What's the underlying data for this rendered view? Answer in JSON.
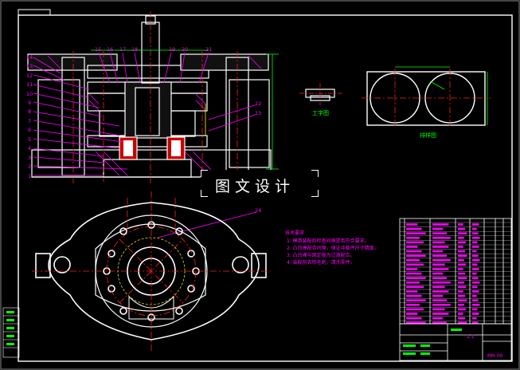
{
  "callouts_left": [
    "14",
    "13",
    "12",
    "11",
    "10",
    "9",
    "8",
    "7",
    "6",
    "5",
    "4",
    "3",
    "2",
    "1"
  ],
  "callouts_top": [
    "15",
    "16",
    "17",
    "18",
    "19",
    "20",
    "21"
  ],
  "callouts_right": [
    "22",
    "23"
  ],
  "callout_bottom": "24",
  "view_labels": {
    "side_view": "工字图",
    "blank_view": "排样图"
  },
  "tech_requirements": {
    "title": "技术要求",
    "items": [
      "1. 模具装配后检查间隙是否符合要求。",
      "2. 凸凹模配合间隙，保证冲裁件尺寸精度。",
      "3. 凸凹模与固定板为过渡配合。",
      "4. 装配前去除毛刺，清洗零件。"
    ]
  },
  "title_block": {
    "scale_label": "1:1",
    "drawing_no": "MH-00"
  },
  "watermark": {
    "text": "图文设计"
  },
  "colors": {
    "line": "#ffffff",
    "center": "#ff2020",
    "hatch": "#ff00ff",
    "dim": "#00ff00",
    "bg": "#000000"
  }
}
